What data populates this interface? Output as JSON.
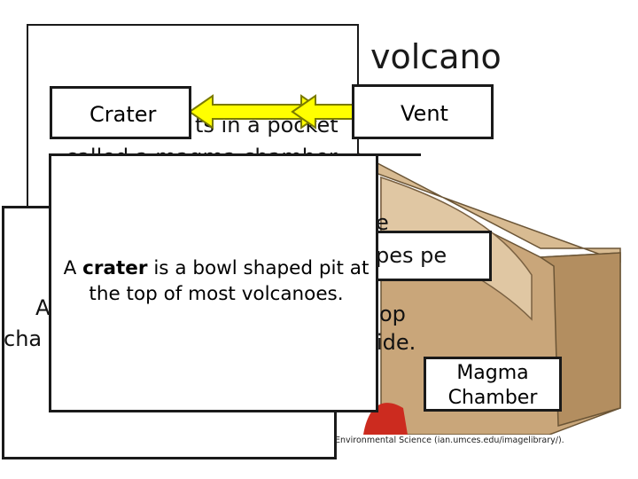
{
  "slide": {
    "title": "volcano",
    "credit": "Environmental Science (ian.umces.edu/imagelibrary/)."
  },
  "labels": {
    "crater": "Crater",
    "vent": "Vent",
    "magma_line1": "Magma",
    "magma_line2": "Chamber"
  },
  "card_front": {
    "text_pre": "A ",
    "text_bold": "crater",
    "text_post_line1": " is a bowl shaped pit at",
    "text_line2": "the top of most volcanoes."
  },
  "obscured_fragments": {
    "pocket": "ts in a pocket",
    "chamber": "called a magma chamber",
    "e": "e",
    "pes_pe": "pes pe",
    "op": "op",
    "ide": "ide.",
    "a_left": "A",
    "cha_left": "cha"
  },
  "colors": {
    "arrow_fill": "#ffff00",
    "arrow_stroke": "#7a7a00",
    "ground": "#c9a67a",
    "ground_dark": "#9b7a52",
    "magma": "#cc2b1f",
    "border": "#1a1a1a"
  }
}
